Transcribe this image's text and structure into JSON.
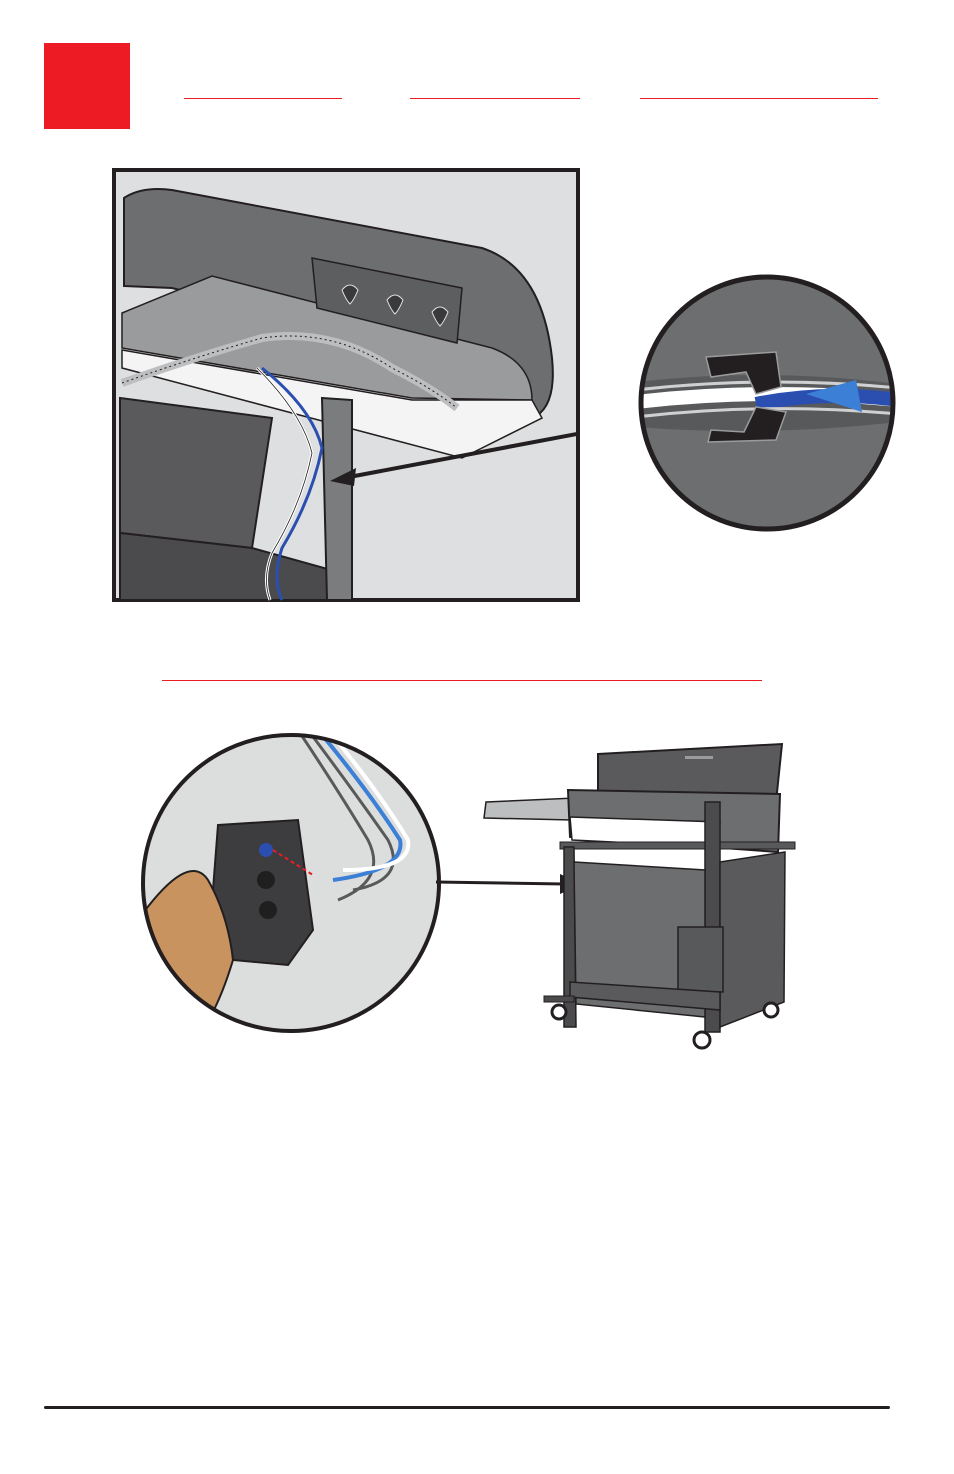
{
  "step": {
    "number": "",
    "color": "#ed1c24"
  },
  "colors": {
    "accent_red": "#ed1c24",
    "grill_gray": "#5a5a5c",
    "outline": "#231f20",
    "wire_blue": "#2a4fb0",
    "hand_skin": "#c8935f"
  },
  "figures": {
    "top": {
      "icon": "grill-wiring-underside-illustration",
      "detail_icon": "wire-clip-detail-illustration"
    },
    "bottom": {
      "icon": "ignition-module-connection-illustration",
      "grill_icon": "grill-cart-illustration"
    }
  }
}
